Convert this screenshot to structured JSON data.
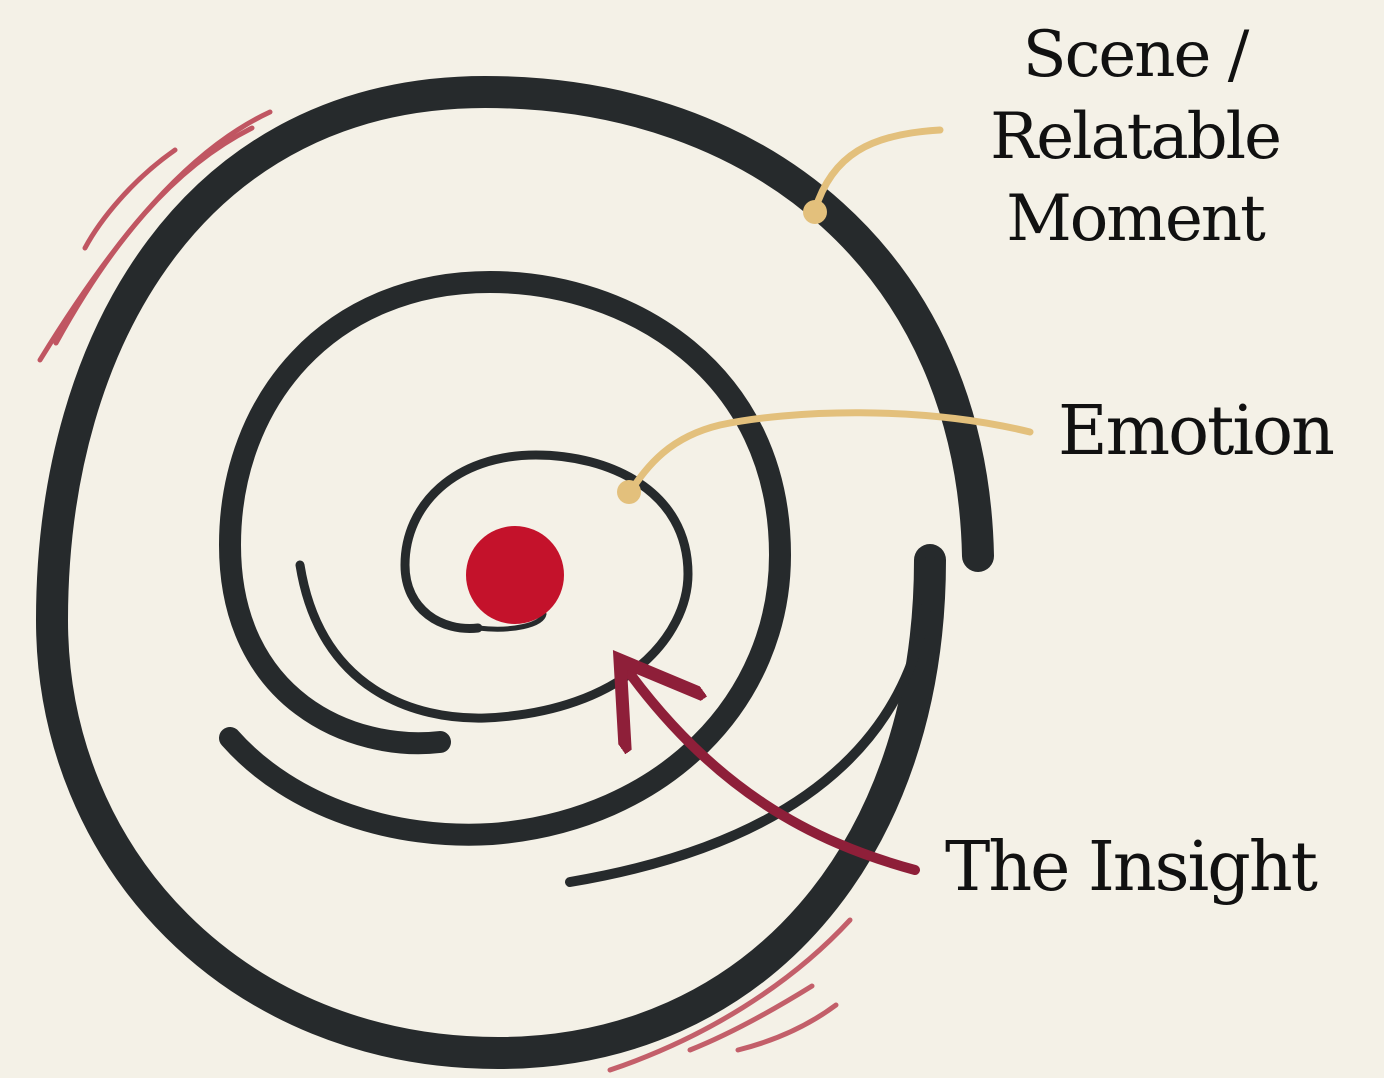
{
  "labels": {
    "scene": [
      "Scene /",
      "Relatable",
      "Moment"
    ],
    "emotion": "Emotion",
    "insight": "The Insight"
  },
  "colors": {
    "background": "#f4f1e7",
    "spiral": "#262a2c",
    "core": "#c4122b",
    "insight_arrow": "#8e1f39",
    "leader": "#e3c07c",
    "accent_strokes": "#b83b4b"
  }
}
